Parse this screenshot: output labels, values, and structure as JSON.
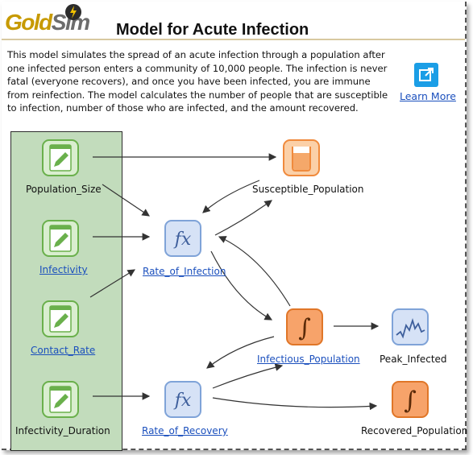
{
  "header": {
    "logo": {
      "prefix": "Gold",
      "suffix": "Sim"
    },
    "title": "Model for Acute Infection"
  },
  "description": "This model simulates the spread of an acute infection through a population after one infected person enters a community of 10,000 people.  The infection is never fatal (everyone recovers), and once you have been infected, you are immune from reinfection. The model calculates the number of people that are susceptible to infection, number of those who are infected, and the amount recovered.",
  "learn_more": {
    "label": "Learn More",
    "icon": "external-link-icon"
  },
  "colors": {
    "panel_green": "#c2dcbc",
    "data_green": "#6ab04c",
    "expression_blue": "#7fa3d8",
    "integrator_orange": "#f08a3c",
    "link_blue": "#1a4fbd"
  },
  "inputs": [
    {
      "label": "Population_Size",
      "icon": "data-element-icon",
      "linked": false
    },
    {
      "label": "Infectivity",
      "icon": "data-element-icon",
      "linked": true
    },
    {
      "label": "Contact_Rate",
      "icon": "data-element-icon",
      "linked": true
    },
    {
      "label": "Infectivity_Duration",
      "icon": "data-element-icon",
      "linked": false
    }
  ],
  "nodes": {
    "susceptible": {
      "label": "Susceptible_Population",
      "icon": "reservoir-icon",
      "linked": false
    },
    "rate_infection": {
      "label": "Rate_of_Infection",
      "icon": "expression-fx-icon",
      "linked": true
    },
    "infectious": {
      "label": "Infectious_Population",
      "icon": "integrator-icon",
      "linked": true
    },
    "peak": {
      "label": "Peak_Infected",
      "icon": "time-history-chart-icon",
      "linked": false
    },
    "rate_recovery": {
      "label": "Rate_of_Recovery",
      "icon": "expression-fx-icon",
      "linked": true
    },
    "recovered": {
      "label": "Recovered_Population",
      "icon": "integrator-icon",
      "linked": false
    }
  },
  "glyphs": {
    "fx": "fx",
    "integral": "∫"
  }
}
